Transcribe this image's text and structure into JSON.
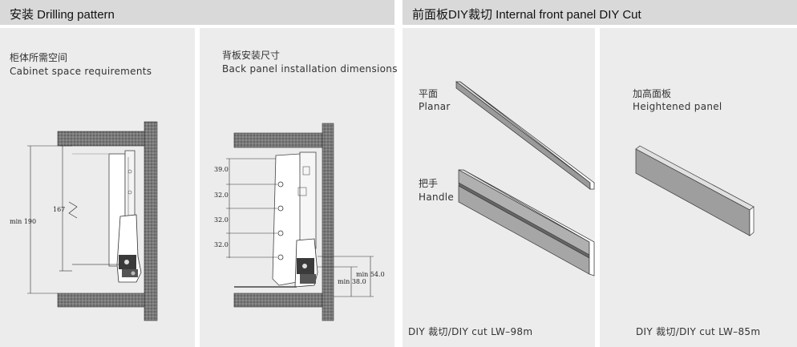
{
  "left_section": {
    "title": "安装  Drilling pattern"
  },
  "right_section": {
    "title": "前面板DIY裁切   Internal front panel DIY Cut"
  },
  "cabinet_panel": {
    "title_cn": "柜体所需空间",
    "title_en": "Cabinet space requirements",
    "dim_height": "167",
    "dim_min": "min 190"
  },
  "back_panel": {
    "title_cn": "背板安装尺寸",
    "title_en": "Back panel installation dimensions",
    "dims": [
      "39.0",
      "32.0",
      "32.0",
      "32.0"
    ],
    "dim_min54": "min 54.0",
    "dim_min38": "min 38.0"
  },
  "planar_panel": {
    "planar_cn": "平面",
    "planar_en": "Planar",
    "handle_cn": "把手",
    "handle_en": "Handle",
    "cut_note": "DIY 裁切/DIY cut LW–98m"
  },
  "heightened_panel": {
    "label_cn": "加高面板",
    "label_en": "Heightened panel",
    "cut_note": "DIY 裁切/DIY cut LW–85m"
  }
}
